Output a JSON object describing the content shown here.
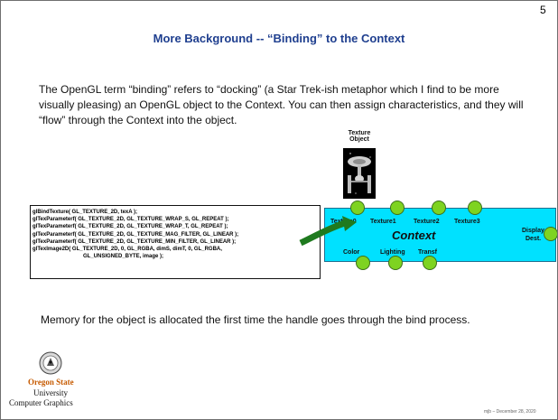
{
  "page_number": "5",
  "title": "More Background -- “Binding” to the Context",
  "intro_text": "The OpenGL term “binding” refers to “docking” (a Star Trek-ish metaphor which I find to be more visually pleasing) an OpenGL object to the Context. You can then assign characteristics, and they will “flow” through the Context into the object.",
  "texture_object": {
    "label_line1": "Texture",
    "label_line2": "Object",
    "icon": "starship-enterprise-icon"
  },
  "code_lines": [
    "glBindTexture( GL_TEXTURE_2D, texA );",
    "glTexParameterf( GL_TEXTURE_2D, GL_TEXTURE_WRAP_S, GL_REPEAT );",
    "glTexParameterf( GL_TEXTURE_2D, GL_TEXTURE_WRAP_T, GL_REPEAT );",
    "glTexParameterf( GL_TEXTURE_2D, GL_TEXTURE_MAG_FILTER, GL_LINEAR );",
    "glTexParameterf( GL_TEXTURE_2D, GL_TEXTURE_MIN_FILTER, GL_LINEAR );",
    "glTexImage2D( GL_TEXTURE_2D, 0, GL_RGBA, dimS, dimT, 0, GL_RGBA,",
    "GL_UNSIGNED_BYTE, image );"
  ],
  "context": {
    "title": "Context",
    "top_ports": [
      "Texture0",
      "Texture1",
      "Texture2",
      "Texture3"
    ],
    "bottom_ports": [
      "Color",
      "Lighting",
      "Transf"
    ],
    "display_label_line1": "Display",
    "display_label_line2": "Dest."
  },
  "footer_text": "Memory for the object is allocated the first time the handle goes through the bind process.",
  "logo": {
    "line1": "Oregon State",
    "line2": "University",
    "line3": "Computer Graphics"
  },
  "date_stamp": "mjb – December 28, 2020",
  "colors": {
    "title": "#1f3f8f",
    "context_fill": "#00e1ff",
    "port_green": "#7ed321",
    "arrow_green": "#1f7a1f",
    "logo_orange": "#c65a00"
  }
}
